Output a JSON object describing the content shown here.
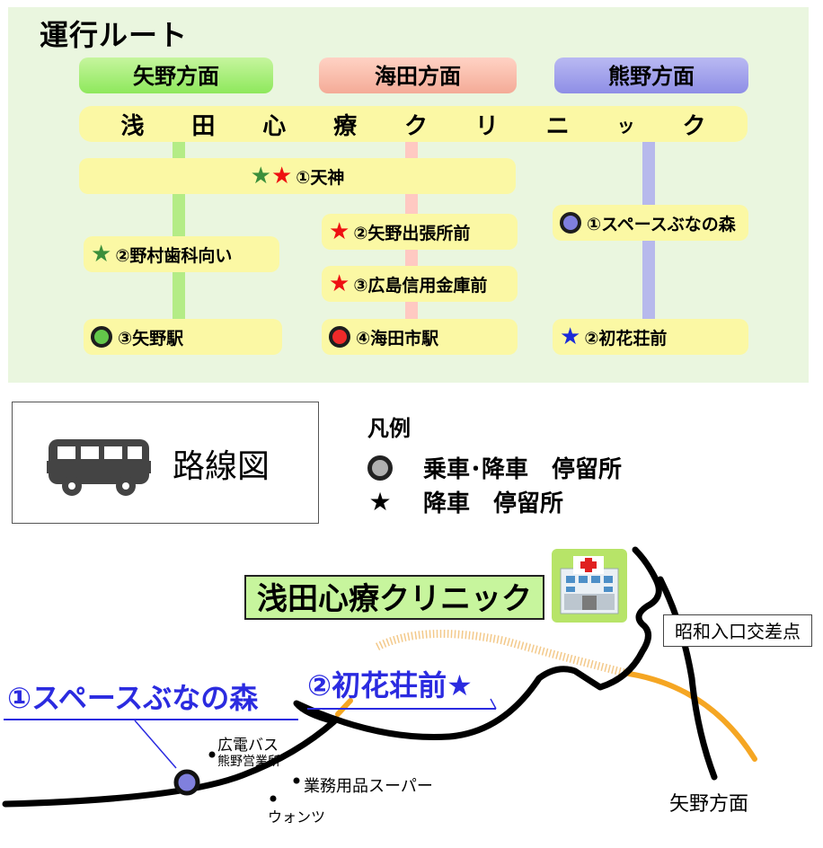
{
  "route": {
    "title": "運行ルート",
    "directions": {
      "yano": "矢野方面",
      "kaita": "海田方面",
      "kumano": "熊野方面"
    },
    "clinic_chars": [
      "浅",
      "田",
      "心",
      "療",
      "ク",
      "リ",
      "ニ",
      "ッ",
      "ク"
    ],
    "stops": {
      "tenjin": "①天神",
      "nomura": "②野村歯科向い",
      "yano_station": "③矢野駅",
      "yano_office": "②矢野出張所前",
      "hiroshin": "③広島信用金庫前",
      "kaita_station": "④海田市駅",
      "space_buna": "①スペースぶなの森",
      "hatsuhana": "②初花荘前"
    }
  },
  "bus_box": {
    "title": "路線図"
  },
  "legend": {
    "title": "凡例",
    "board_alight": "乗車･降車　停留所",
    "alight_only": "降車　停留所"
  },
  "map": {
    "clinic": "浅田心療クリニック",
    "junction": "昭和入口交差点",
    "space_buna": "①スペースぶなの森",
    "hatsuhana": "②初花荘前★",
    "hiroden_bus": "広電バス",
    "kumano_office": "熊野営業所",
    "supermarket": "業務用品スーパー",
    "wontsu": "ウォンツ",
    "yano_direction": "矢野方面"
  },
  "icons": {
    "board_stop": "ring-icon",
    "alight_stop": "star-icon",
    "bus": "bus-icon",
    "hospital": "hospital-icon"
  },
  "colors": {
    "panel_bg": "#eaf6df",
    "bar_yellow": "#fbf8a4",
    "yano_green": "#8ee85c",
    "kaita_pink": "#f4ab97",
    "kumano_purple": "#8e8ee6",
    "map_blue": "#2b2be0",
    "road_orange": "#f5a623"
  }
}
